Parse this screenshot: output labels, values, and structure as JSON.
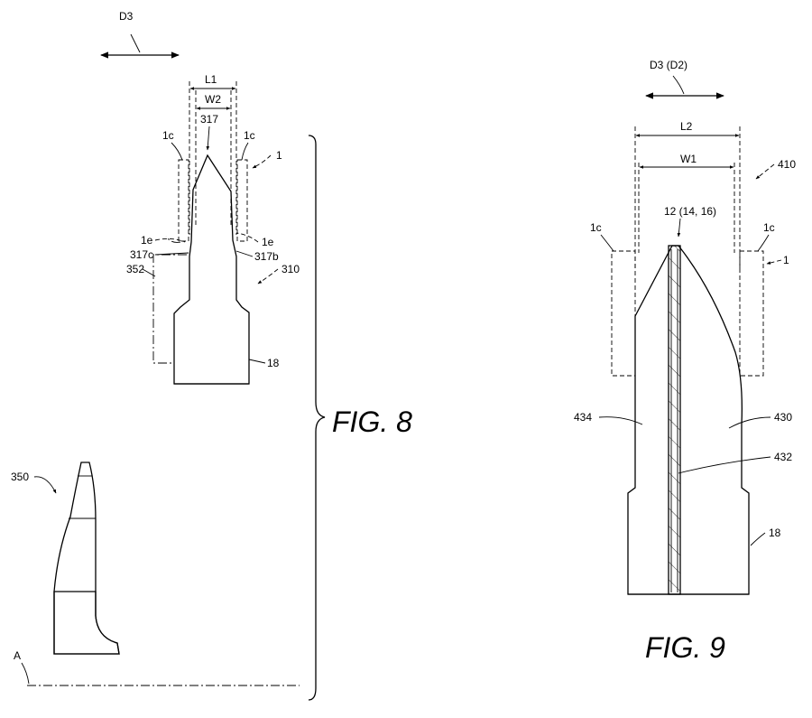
{
  "fig8": {
    "title": "FIG. 8",
    "direction": "D3",
    "dim_outer": "L1",
    "dim_inner": "W2",
    "tip": "317",
    "contact_left": "1c",
    "contact_right": "1c",
    "connector": "1",
    "edge_left": "1e",
    "edge_right": "1e",
    "side_left": "317c",
    "side_right": "317b",
    "outline": "352",
    "blade": "310",
    "body": "18",
    "reference": "350",
    "axis": "A"
  },
  "fig9": {
    "title": "FIG. 9",
    "direction": "D3 (D2)",
    "dim_outer": "L2",
    "dim_inner": "W1",
    "tip": "12 (14, 16)",
    "contact_left": "1c",
    "contact_right": "1c",
    "connector": "1",
    "assembly": "410",
    "left_part": "434",
    "right_part": "430",
    "core": "432",
    "body": "18"
  }
}
